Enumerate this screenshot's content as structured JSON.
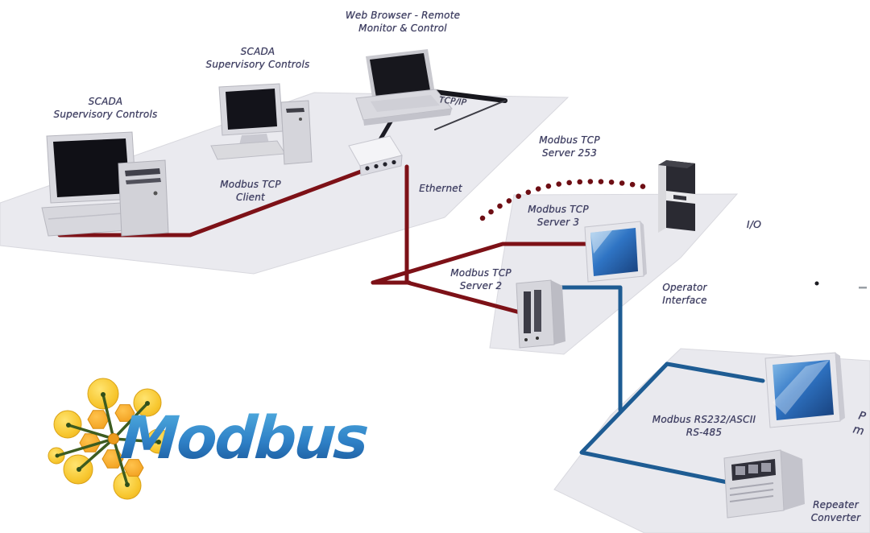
{
  "logo": {
    "text": "Modbus"
  },
  "labels": {
    "web_browser": {
      "line1": "Web Browser - Remote",
      "line2": "Monitor & Control"
    },
    "scada_top": {
      "line1": "SCADA",
      "line2": "Supervisory Controls"
    },
    "scada_left": {
      "line1": "SCADA",
      "line2": "Supervisory Controls"
    },
    "modbus_tcp_client": {
      "line1": "Modbus TCP",
      "line2": "Client"
    },
    "tcp_ip": {
      "line1": "TCP/IP"
    },
    "ethernet": {
      "line1": "Ethernet"
    },
    "modbus_tcp_server_253": {
      "line1": "Modbus TCP",
      "line2": "Server 253"
    },
    "modbus_tcp_server_3": {
      "line1": "Modbus TCP",
      "line2": "Server 3"
    },
    "modbus_tcp_server_2": {
      "line1": "Modbus TCP",
      "line2": "Server 2"
    },
    "io": {
      "line1": "I/O"
    },
    "operator_interface": {
      "line1": "Operator",
      "line2": "Interface"
    },
    "modbus_serial": {
      "line1": "Modbus RS232/ASCII",
      "line2": "RS-485"
    },
    "repeater_converter": {
      "line1": "Repeater",
      "line2": "Converter"
    },
    "edge_fragment": {
      "line1": "P",
      "line2": "m"
    }
  },
  "devices": [
    "laptop-web-browser",
    "scada-workstation-middle",
    "scada-workstation-left",
    "ethernet-hub",
    "server-253-tower",
    "operator-interface-monitor",
    "plc-server-2",
    "rs485-monitor",
    "rs485-controller"
  ],
  "colors": {
    "background": "#ffffff",
    "platform": "#e9e9ee",
    "modbus_tcp_line_red": "#7d1117",
    "dotted_line_red": "#6e0e14",
    "rs485_line_blue": "#1e5c93",
    "tcpip_line_black": "#17171d",
    "label_text": "#3a3a5e",
    "screen_blue": "#2f74c4",
    "logo_blue": "#2b7cc0",
    "logo_yellow": "#f7c62e",
    "logo_orange": "#f09a18",
    "logo_green": "#3d5c20"
  }
}
